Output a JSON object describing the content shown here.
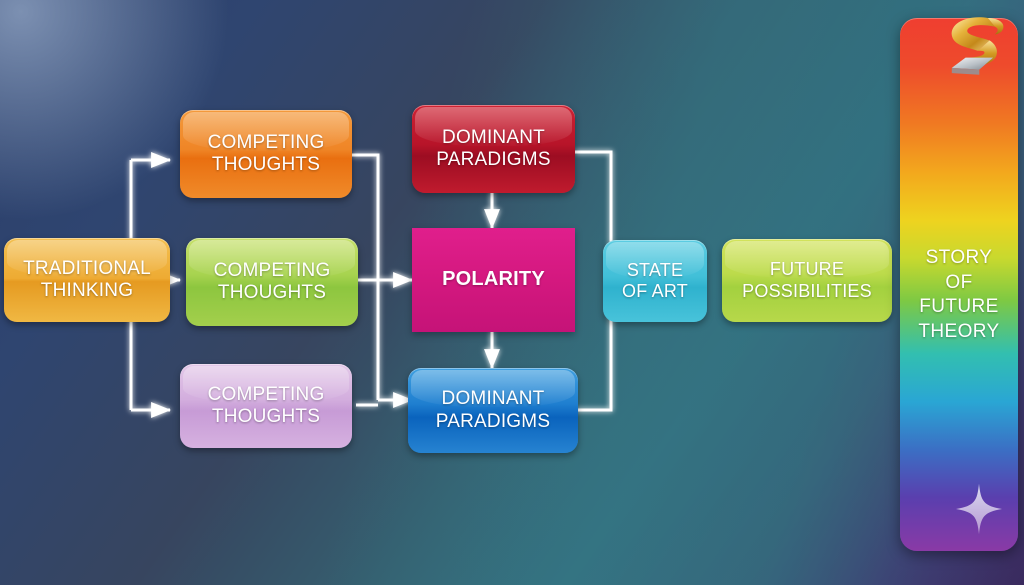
{
  "diagram": {
    "title": "Story of Future Theory",
    "background_colors": {
      "top_left": "#2b3f6b",
      "mid_right": "#357180",
      "bottom_left": "#3a2a5e"
    },
    "connector_color": "#ffffff"
  },
  "nodes": {
    "traditional_thinking": {
      "lines": [
        "TRADITIONAL",
        "THINKING"
      ],
      "color": "#eeab33",
      "shape": "rounded"
    },
    "competing_thoughts_top": {
      "lines": [
        "COMPETING",
        "THOUGHTS"
      ],
      "color": "#ef8526",
      "shape": "rounded"
    },
    "competing_thoughts_middle": {
      "lines": [
        "COMPETING",
        "THOUGHTS"
      ],
      "color": "#a7d34f",
      "shape": "rounded"
    },
    "competing_thoughts_bottom": {
      "lines": [
        "COMPETING",
        "THOUGHTS"
      ],
      "color": "#d3aede",
      "shape": "rounded"
    },
    "dominant_paradigms_top": {
      "lines": [
        "DOMINANT",
        "PARADIGMS"
      ],
      "color": "#b71429",
      "shape": "rounded"
    },
    "dominant_paradigms_bottom": {
      "lines": [
        "DOMINANT",
        "PARADIGMS"
      ],
      "color": "#1f7fd0",
      "shape": "rounded"
    },
    "polarity": {
      "lines": [
        "POLARITY"
      ],
      "color": "#d4187f",
      "shape": "rectangle"
    },
    "state_of_art": {
      "lines": [
        "STATE",
        "OF ART"
      ],
      "color": "#41bfd8",
      "shape": "rounded"
    },
    "future_possibilities": {
      "lines": [
        "FUTURE",
        "POSSIBILITIES"
      ],
      "color": "#bcdb4b",
      "shape": "rounded"
    },
    "story_panel": {
      "lines": [
        "STORY",
        "OF",
        "FUTURE",
        "THEORY"
      ],
      "gradient": [
        "#ef3e30",
        "#f3a81d",
        "#eed31f",
        "#7ec943",
        "#2aa6d4",
        "#5a3fae",
        "#8a3aa6"
      ],
      "shape": "tall-rounded"
    }
  },
  "icons": {
    "s_logo": "s-ribbon-logo",
    "sparkle": "four-point-star-icon"
  },
  "flow": [
    "TRADITIONAL THINKING -> COMPETING THOUGHTS (top)",
    "TRADITIONAL THINKING -> COMPETING THOUGHTS (middle)",
    "TRADITIONAL THINKING -> COMPETING THOUGHTS (bottom)",
    "COMPETING THOUGHTS (top) -> DOMINANT PARADIGMS (top)",
    "COMPETING THOUGHTS (middle) -> POLARITY",
    "COMPETING THOUGHTS (bottom) -> DOMINANT PARADIGMS (bottom)",
    "DOMINANT PARADIGMS (top) -> POLARITY",
    "POLARITY -> DOMINANT PARADIGMS (bottom)",
    "DOMINANT PARADIGMS (top & bottom) -> STATE OF ART",
    "STATE OF ART -> FUTURE POSSIBILITIES",
    "FUTURE POSSIBILITIES -> STORY OF FUTURE THEORY"
  ]
}
